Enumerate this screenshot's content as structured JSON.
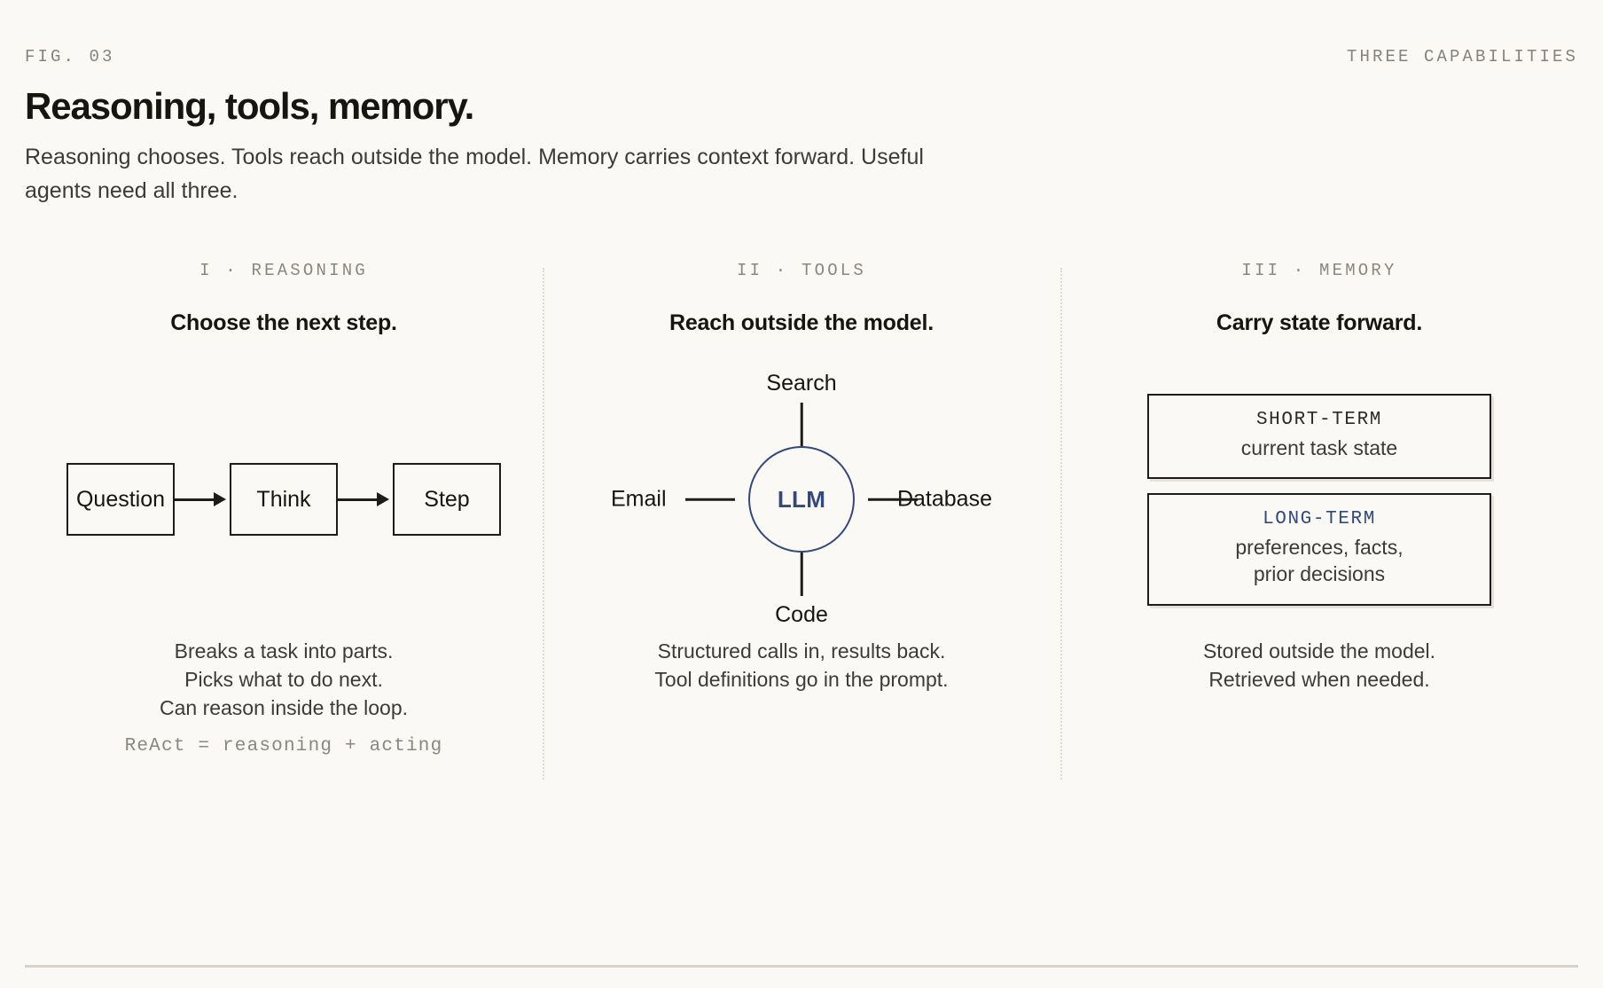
{
  "header": {
    "figure_label": "FIG. 03",
    "section_label": "THREE CAPABILITIES",
    "title": "Reasoning, tools, memory.",
    "subtitle": "Reasoning chooses. Tools reach outside the model. Memory carries context forward. Useful agents need all three."
  },
  "colors": {
    "background": "#faf9f5",
    "ink": "#1c1c1a",
    "muted": "#8e867c",
    "accent": "#34497a",
    "rule": "#d8d3c8"
  },
  "columns": [
    {
      "kicker": "I  ·  REASONING",
      "heading": "Choose the next step.",
      "flow": {
        "nodes": [
          "Question",
          "Think",
          "Step"
        ]
      },
      "notes": [
        "Breaks a task into parts.",
        "Picks what to do next.",
        "Can reason inside the loop."
      ],
      "note_mono": "ReAct = reasoning + acting"
    },
    {
      "kicker": "II  ·  TOOLS",
      "heading": "Reach outside the model.",
      "hub": {
        "center": "LLM",
        "top": "Search",
        "bottom": "Code",
        "left": "Email",
        "right": "Database"
      },
      "notes": [
        "Structured calls in, results back.",
        "Tool definitions go in the prompt."
      ],
      "note_mono": ""
    },
    {
      "kicker": "III  ·  MEMORY",
      "heading": "Carry state forward.",
      "memory_cards": [
        {
          "tag": "SHORT-TERM",
          "body": "current task state",
          "accent": false
        },
        {
          "tag": "LONG-TERM",
          "body": "preferences, facts,\nprior decisions",
          "accent": true
        }
      ],
      "notes": [
        "Stored outside the model.",
        "Retrieved when needed."
      ],
      "note_mono": ""
    }
  ]
}
